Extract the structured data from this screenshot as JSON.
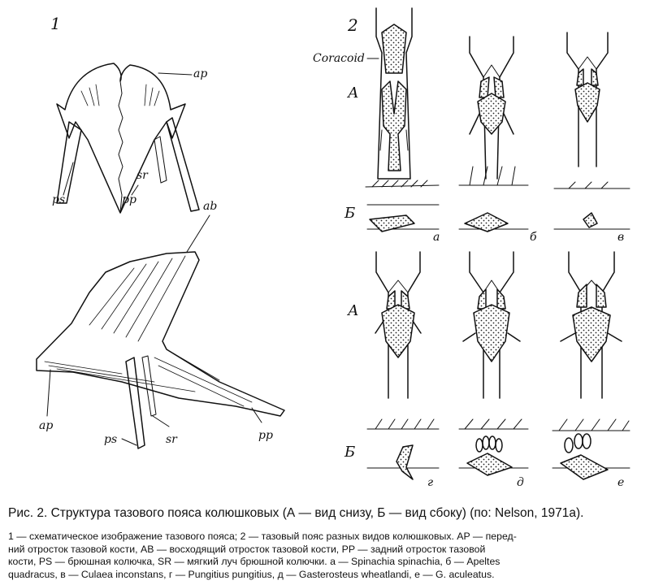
{
  "panel1": {
    "number": "1",
    "labels": {
      "ap_top": "ap",
      "sr_top": "sr",
      "ps_top": "ps",
      "pp_top": "pp",
      "ab": "ab",
      "ap_side": "ap",
      "ps_side": "ps",
      "sr_side": "sr",
      "pp_side": "pp"
    }
  },
  "panel2": {
    "number": "2",
    "coracoid": "Coracoid",
    "row_labels": {
      "a_upper": "А",
      "b_upper": "Б",
      "a_lower": "А",
      "b_lower": "Б"
    },
    "species_letters": [
      "а",
      "б",
      "в",
      "г",
      "д",
      "е"
    ]
  },
  "caption": {
    "title": "Рис. 2. Структура тазового пояса колюшковых (А — вид снизу, Б — вид сбоку)  (по: Nelson, 1971a).",
    "lines": [
      "1 — схематическое изображение тазового пояса; 2 — тазовый пояс разных видов колюшковых. AP — перед-",
      "ний отросток тазовой кости, AB — восходящий отросток тазовой кости, PP — задний отросток тазовой",
      "кости, PS — брюшная колючка, SR — мягкий луч брюшной колючки. а — Spinachia spinachia, б — Apeltes",
      "quadracus, в — Culaea inconstans, г — Pungitius pungitius, д — Gasterosteus wheatlandi, е — G. aculeatus."
    ]
  }
}
